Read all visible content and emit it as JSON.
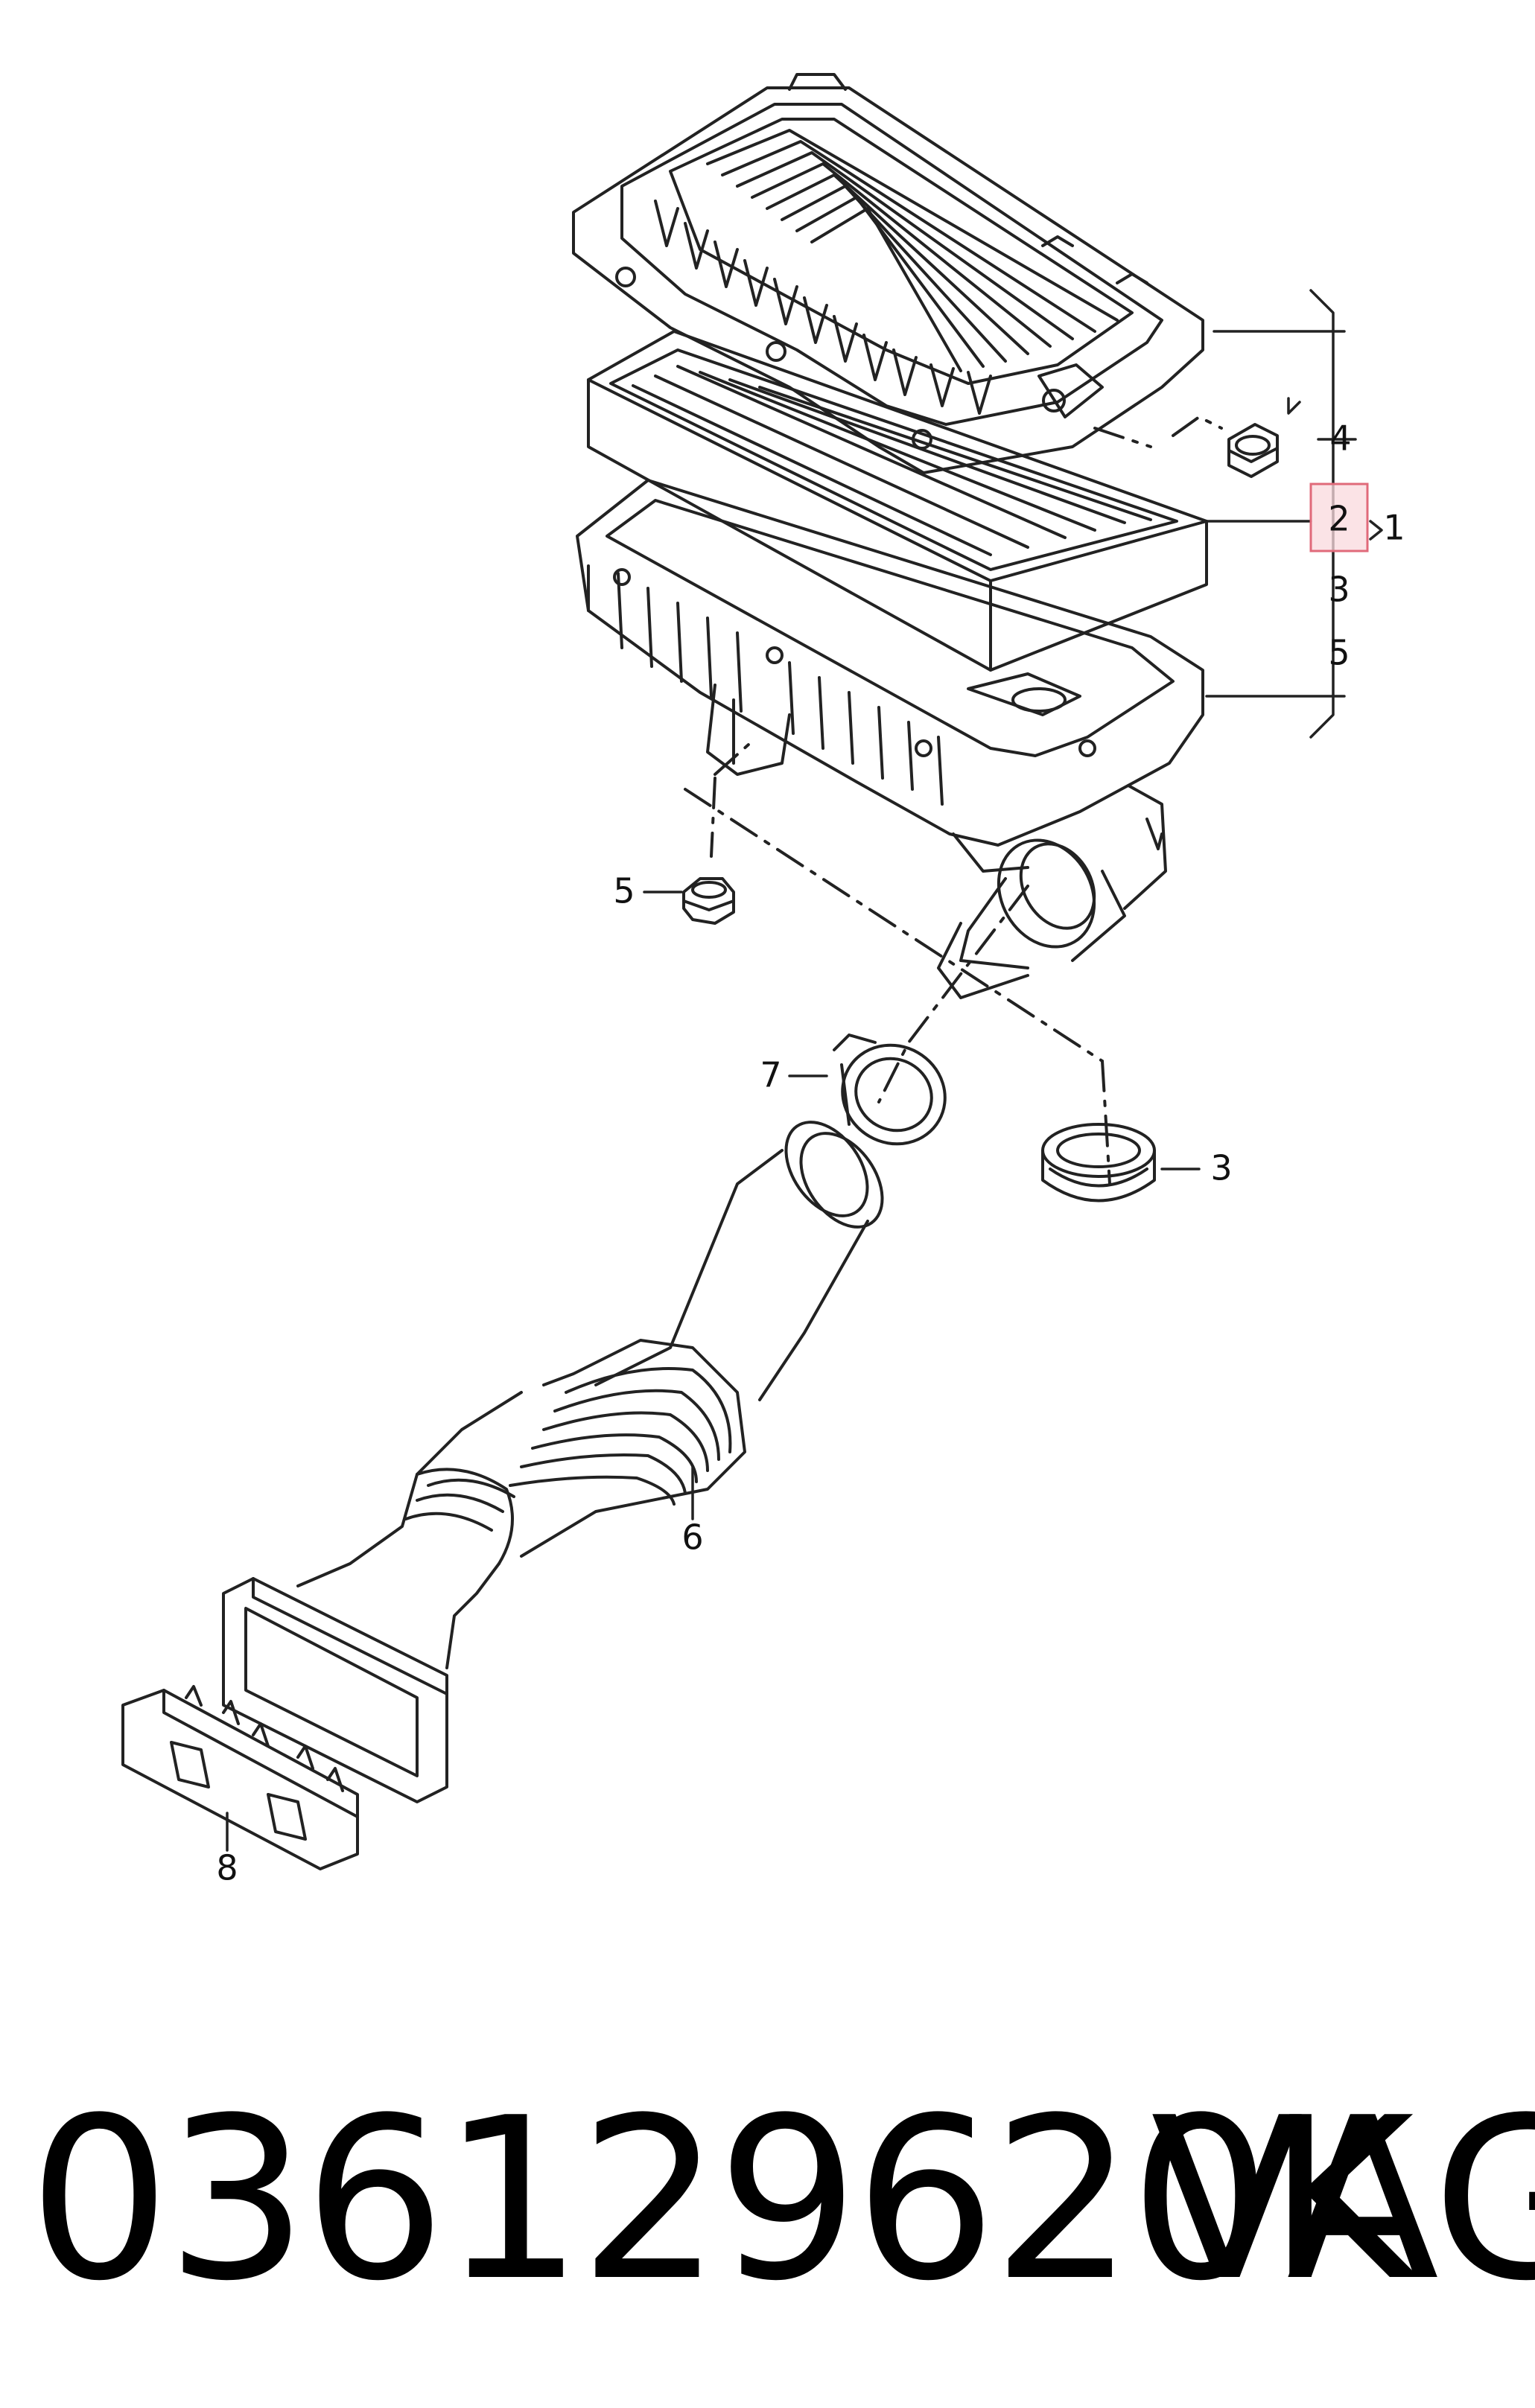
{
  "callouts": {
    "c1": "1",
    "c2": "2",
    "c3_right": "3",
    "c5_right": "5",
    "c4": "4",
    "c5_left": "5",
    "c7": "7",
    "c3_lower": "3",
    "c6": "6",
    "c8": "8"
  },
  "footer": {
    "part_number": "036129620K",
    "brand": "VAG"
  },
  "colors": {
    "line": "#222222",
    "highlight_fill": "#f9d9dd",
    "highlight_stroke": "#e06a7a"
  }
}
